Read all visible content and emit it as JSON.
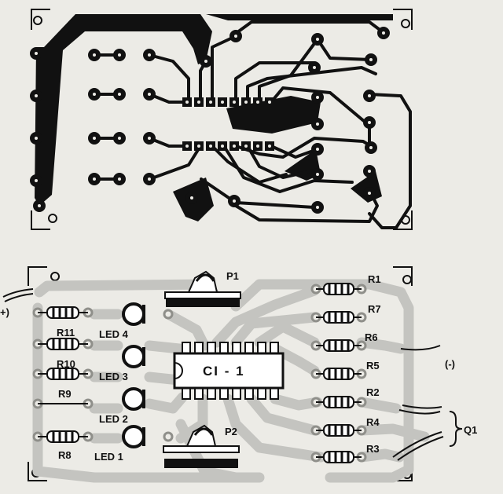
{
  "colors": {
    "paper": "#ecebe6",
    "ink": "#111111",
    "trace_light": "#c4c4c0",
    "trace_edge": "#8f8f8a"
  },
  "labels": {
    "r1": "R1",
    "r7": "R7",
    "r6": "R6",
    "r5": "R5",
    "r2": "R2",
    "r4": "R4",
    "r3": "R3",
    "r11": "R11",
    "r10": "R10",
    "r9": "R9",
    "r8": "R8",
    "led4": "LED 4",
    "led3": "LED 3",
    "led2": "LED 2",
    "led1": "LED 1",
    "p1": "P1",
    "p2": "P2",
    "ci1": "CI - 1",
    "neg": "(-)",
    "pos": "+)",
    "q1": "Q1"
  }
}
